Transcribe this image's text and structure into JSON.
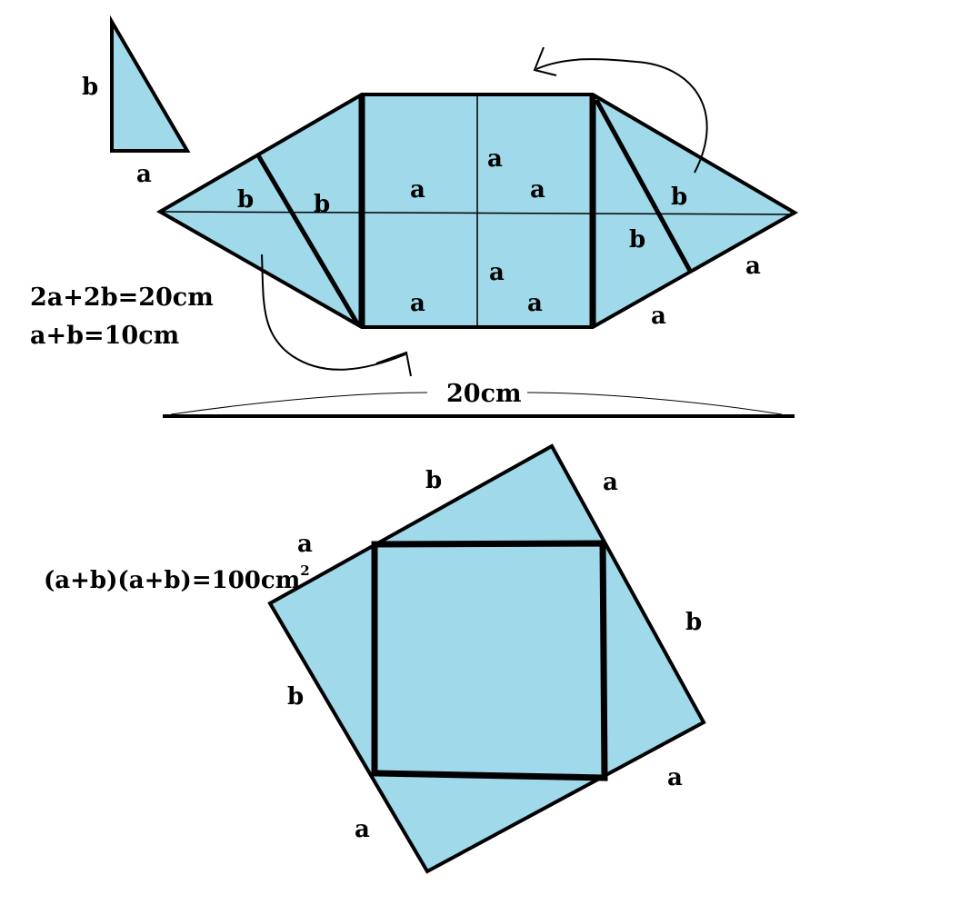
{
  "colors": {
    "fill": "#9fd9ea",
    "stroke": "#000000",
    "background": "#ffffff"
  },
  "labels": {
    "a": "a",
    "b": "b"
  },
  "equations": {
    "perimeter": "2a+2b=20cm",
    "sum": "a+b=10cm",
    "area_base": "(a+b)(a+b)=100cm",
    "area_exponent": "2"
  },
  "dimension": {
    "total_length": "20cm"
  }
}
